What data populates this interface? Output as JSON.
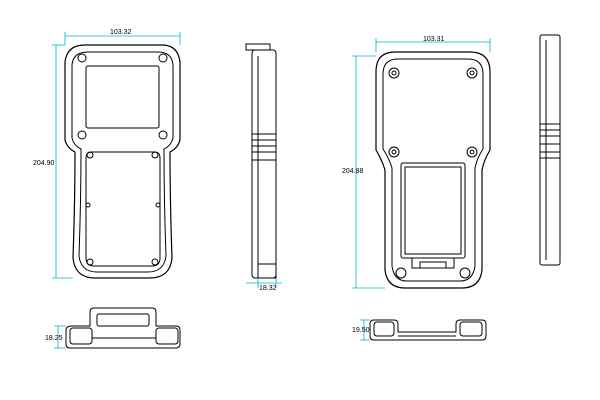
{
  "drawing": {
    "colors": {
      "outline": "#000000",
      "dimension": "#00b4c8"
    },
    "front_view_left": {
      "width_label": "103.32",
      "height_label": "204.90"
    },
    "side_view_left": {
      "depth_label": "18.32"
    },
    "bottom_view_left": {
      "depth_label": "18.25"
    },
    "back_view_right": {
      "width_label": "103.31",
      "height_label": "204.88"
    },
    "bottom_view_right": {
      "depth_label": "19.50"
    }
  }
}
